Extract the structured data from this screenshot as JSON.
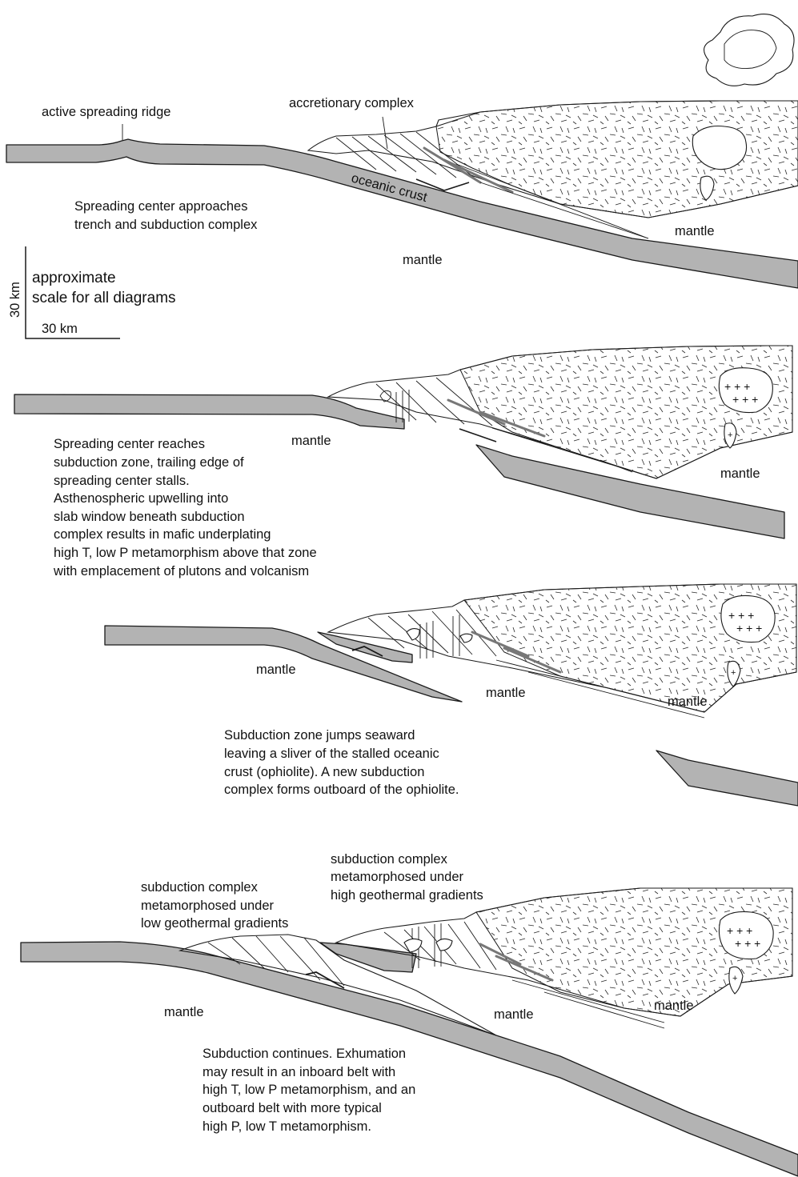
{
  "panel1": {
    "label_ridge": "active spreading ridge",
    "label_accretionary": "accretionary complex",
    "label_oceanic_crust": "oceanic crust",
    "label_mantle_right": "mantle",
    "label_mantle_bottom": "mantle",
    "caption": [
      "Spreading center approaches",
      "trench and subduction complex"
    ]
  },
  "scale": {
    "vertical": "30 km",
    "horizontal": "30 km",
    "text": [
      "approximate",
      "scale for all diagrams"
    ]
  },
  "panel2": {
    "label_mantle_left": "mantle",
    "label_mantle_right": "mantle",
    "caption": [
      "Spreading center reaches",
      "subduction zone, trailing edge of",
      "spreading center stalls.",
      " Asthenospheric upwelling into",
      "slab window beneath subduction",
      "complex results in mafic underplating",
      "high T, low P metamorphism above that zone",
      "with emplacement of plutons and volcanism"
    ]
  },
  "panel3": {
    "label_mantle_left": "mantle",
    "label_mantle_mid": "mantle",
    "label_mantle_right": "mantle",
    "caption": [
      "Subduction zone jumps seaward",
      "leaving a sliver of the stalled oceanic",
      "crust (ophiolite).  A new subduction",
      "complex forms outboard of the ophiolite."
    ]
  },
  "panel4": {
    "label_low_gradient": [
      "subduction complex",
      "metamorphosed under",
      "low geothermal gradients"
    ],
    "label_high_gradient": [
      "subduction complex",
      "metamorphosed under",
      "high geothermal gradients"
    ],
    "label_mantle_left": "mantle",
    "label_mantle_mid": "mantle",
    "label_mantle_right": "mantle",
    "caption": [
      "Subduction continues.  Exhumation",
      "may result in an inboard belt with",
      "high T, low P metamorphism, and an",
      "outboard belt with more typical",
      "high P, low T metamorphism."
    ]
  }
}
